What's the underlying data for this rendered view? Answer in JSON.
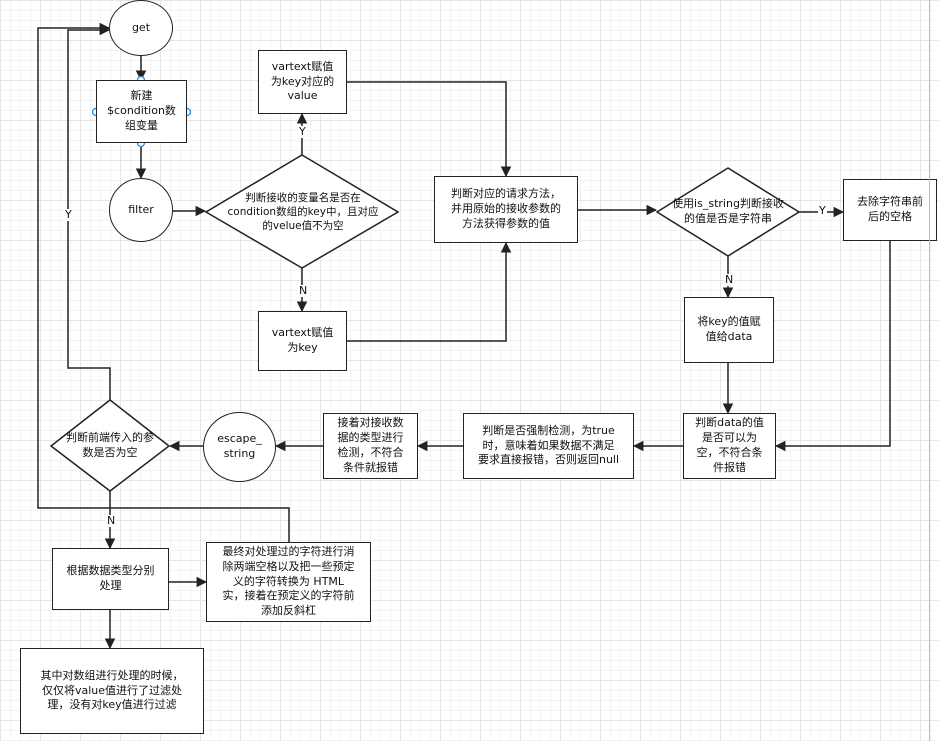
{
  "nodes": {
    "get": "get",
    "new_condition": "新建\n$condition数\n组变量",
    "filter": "filter",
    "judge_var": "判断接收的变量名是否在\ncondition数组的key中，且对应\n的velue值不为空",
    "vartext_value": "vartext赋值\n为key对应的\nvalue",
    "vartext_key": "vartext赋值\n为key",
    "judge_method": "判断对应的请求方法，\n并用原始的接收参数的\n方法获得参数的值",
    "is_string": "使用is_string判断接收\n的值是否是字符串",
    "trim": "去除字符串前\n后的空格",
    "key_to_data": "将key的值赋\n值给data",
    "judge_data": "判断data的值\n是否可以为\n空，不符合条\n件报错",
    "force_check": "判断是否强制检测，为true\n时，意味着如果数据不满足\n要求直接报错，否则返回null",
    "type_check": "接着对接收数\n据的类型进行\n检测，不符合\n条件就报错",
    "escape_string": "escape_\nstring",
    "judge_empty": "判断前端传入的参\n数是否为空",
    "by_type": "根据数据类型分别\n处理",
    "final_process": "最终对处理过的字符进行消\n除两端空格以及把一些预定\n义的字符转换为 HTML\n实，接着在预定义的字符前\n添加反斜杠",
    "array_note": "其中对数组进行处理的时候，\n仅仅将value值进行了过滤处\n理，没有对key值进行过滤"
  },
  "labels": {
    "y_top": "Y",
    "n_bottom": "N",
    "y_right": "Y",
    "n_down": "N",
    "y_left": "Y",
    "n_empty": "N"
  },
  "colors": {
    "stroke": "#222222",
    "handle": "#1e88e5",
    "fill": "#ffffff"
  }
}
